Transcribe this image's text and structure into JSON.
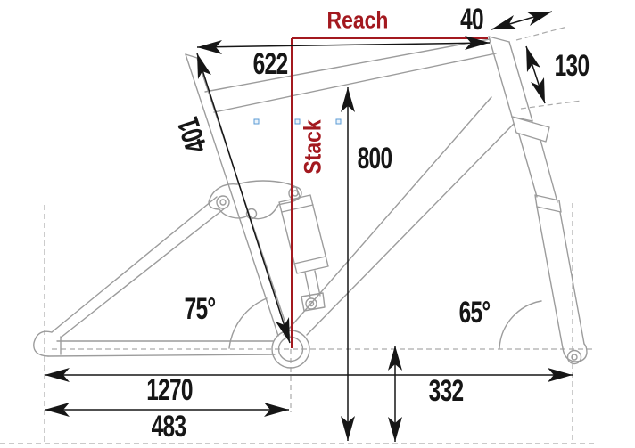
{
  "diagram": {
    "labels": {
      "reach": "Reach",
      "stack": "Stack"
    },
    "dims": {
      "top_tube": "622",
      "stem": "40",
      "head_tube": "130",
      "seat_tube": "401",
      "standover": "800",
      "seat_angle": "75°",
      "head_angle": "65°",
      "wheelbase": "1270",
      "chainstay": "483",
      "bb_height": "332"
    },
    "colors": {
      "accent_red": "#a3191f",
      "frame_gray": "#9c9c9c",
      "dimension_black": "#161616",
      "grip_blue": "#5b9bd5",
      "dashed_gray": "#aaaaaa"
    }
  }
}
